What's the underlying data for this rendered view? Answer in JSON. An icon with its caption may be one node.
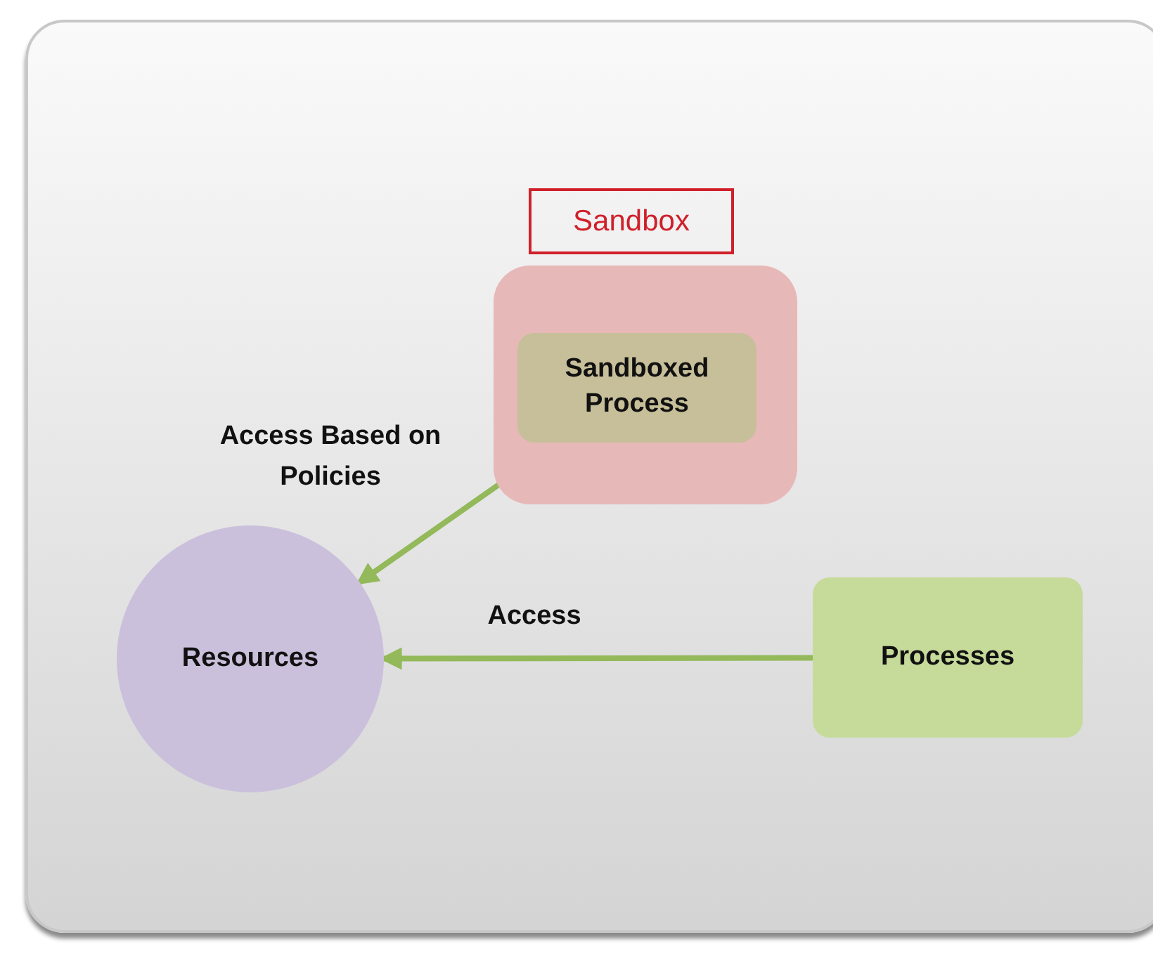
{
  "diagram": {
    "nodes": [
      {
        "text": [
          "Sandbox"
        ]
      },
      {
        "text": [],
        "shape": "box"
      },
      {
        "text": [
          "Sandboxed Process"
        ],
        "in": 1
      },
      {
        "text": [
          "Resources"
        ]
      },
      {
        "text": [
          "Processes"
        ]
      }
    ],
    "edges": [
      {
        "from": 2,
        "to": 3,
        "arrow": "to",
        "label": "Access Based on Policies"
      },
      {
        "from": 4,
        "to": 3,
        "arrow": "to",
        "label": "Access"
      }
    ]
  }
}
